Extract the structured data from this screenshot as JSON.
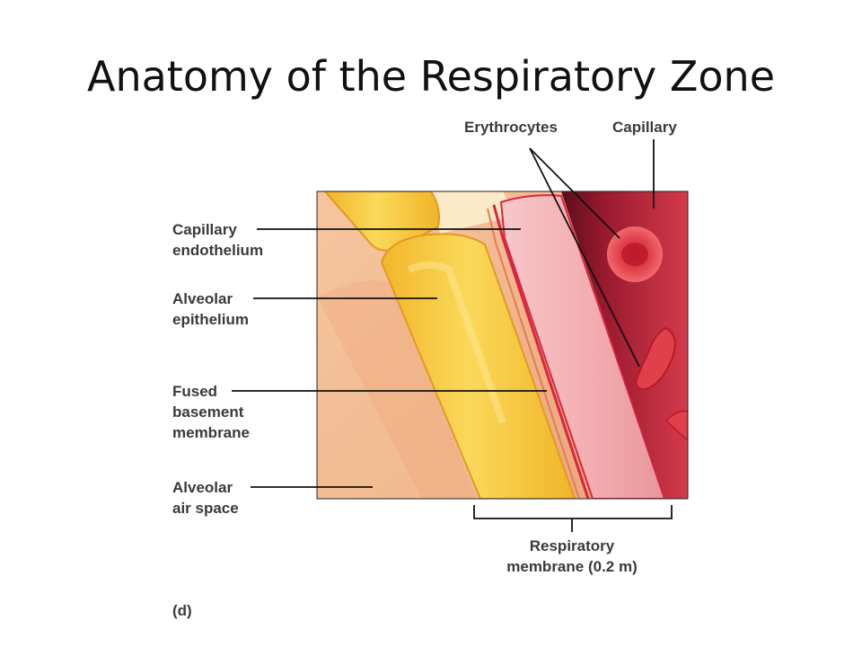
{
  "title": "Anatomy of the Respiratory Zone",
  "labels": {
    "erythrocytes": "Erythrocytes",
    "capillary": "Capillary",
    "capillary_endothelium": "Capillary\nendothelium",
    "alveolar_epithelium": "Alveolar\nepithelium",
    "fused_basement_membrane": "Fused\nbasement\nmembrane",
    "alveolar_air_space": "Alveolar\nair space",
    "respiratory_membrane": "Respiratory\nmembrane (0.2 m)",
    "panel_letter": "(d)"
  },
  "colors": {
    "air_space": "#f2b98f",
    "epithelium": "#f7c73b",
    "endothelium": "#f4b2b5",
    "membrane_line": "#d8263f",
    "capillary_lumen": "#c21f3a",
    "erythrocyte": "#e0323f"
  }
}
